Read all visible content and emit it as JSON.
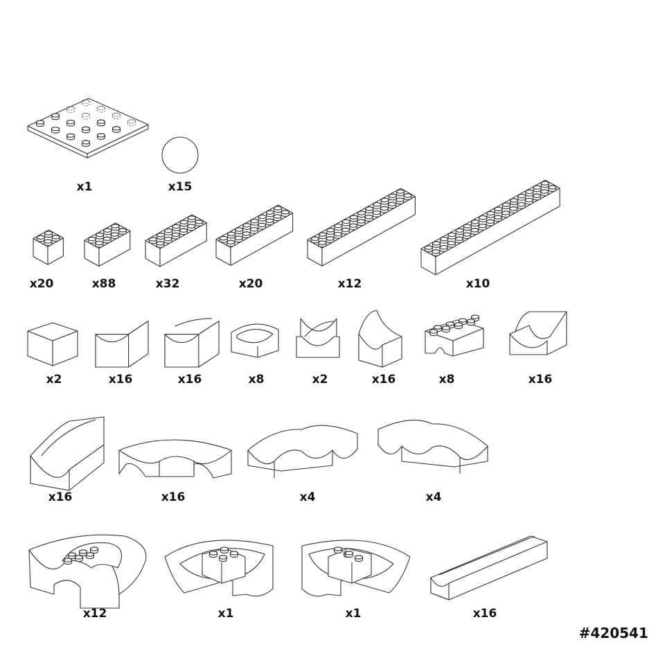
{
  "parts": [
    {
      "name": "base-plate",
      "qty": "x1"
    },
    {
      "name": "marble-ball",
      "qty": "x15"
    },
    {
      "name": "brick-2x2",
      "qty": "x20"
    },
    {
      "name": "brick-2x4",
      "qty": "x88"
    },
    {
      "name": "brick-2x6",
      "qty": "x32"
    },
    {
      "name": "brick-2x8",
      "qty": "x20"
    },
    {
      "name": "brick-2x12",
      "qty": "x12"
    },
    {
      "name": "brick-2x16",
      "qty": "x10"
    },
    {
      "name": "solid-block",
      "qty": "x2"
    },
    {
      "name": "straight-short-channel",
      "qty": "x16"
    },
    {
      "name": "corner-channel",
      "qty": "x16"
    },
    {
      "name": "funnel-end-channel",
      "qty": "x8"
    },
    {
      "name": "crossing-channel",
      "qty": "x2"
    },
    {
      "name": "tall-chute",
      "qty": "x16"
    },
    {
      "name": "arch-brick",
      "qty": "x8"
    },
    {
      "name": "u-channel",
      "qty": "x16"
    },
    {
      "name": "ramp-slide",
      "qty": "x16"
    },
    {
      "name": "wide-curve",
      "qty": "x16"
    },
    {
      "name": "s-curve-left",
      "qty": "x4"
    },
    {
      "name": "s-curve-right",
      "qty": "x4"
    },
    {
      "name": "spiral-bowl",
      "qty": "x12"
    },
    {
      "name": "funnel-bowl-left",
      "qty": "x1"
    },
    {
      "name": "funnel-bowl-right",
      "qty": "x1"
    },
    {
      "name": "long-rail",
      "qty": "x16"
    }
  ],
  "set_code": "#420541"
}
